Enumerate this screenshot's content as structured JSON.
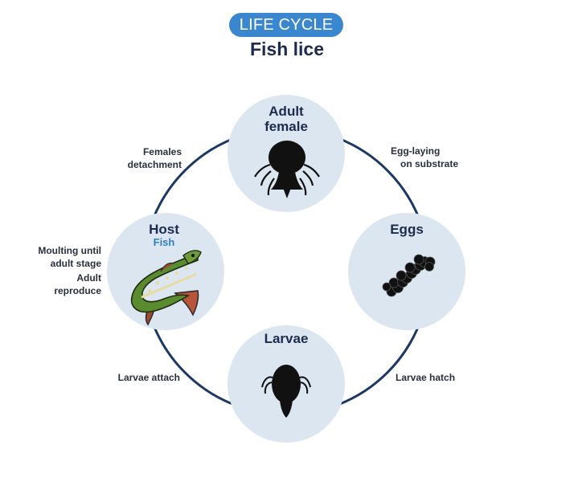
{
  "header": {
    "badge": "LIFE CYCLE",
    "title": "Fish lice"
  },
  "nodes": {
    "adult_female": {
      "line1": "Adult",
      "line2": "female"
    },
    "eggs": {
      "label": "Eggs"
    },
    "larvae": {
      "label": "Larvae"
    },
    "host": {
      "label": "Host",
      "sublabel": "Fish"
    }
  },
  "steps": {
    "egg_laying": {
      "line1": "Egg-laying",
      "line2": "on substrate"
    },
    "larvae_hatch": "Larvae hatch",
    "larvae_attach": "Larvae attach",
    "moulting": {
      "line1": "Moulting until",
      "line2": "adult stage"
    },
    "reproduce": {
      "line1": "Adult",
      "line2": "reproduce"
    },
    "detachment": {
      "line1": "Females",
      "line2": "detachment"
    }
  },
  "colors": {
    "ring": "#1d3766",
    "node_fill": "#dbe6f1",
    "badge": "#3a87cf",
    "sub_label": "#2f7fc4"
  },
  "icons": [
    "fish-louse-adult-icon",
    "egg-string-icon",
    "fish-louse-larva-icon",
    "pike-fish-icon"
  ]
}
